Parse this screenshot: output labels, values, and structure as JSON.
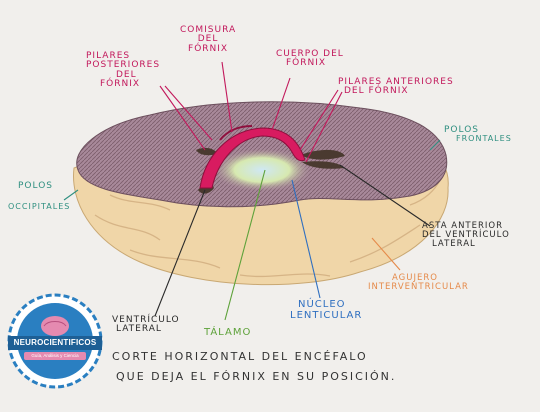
{
  "labels": {
    "comisura": [
      "Comisura",
      "del",
      "Fórnix"
    ],
    "cuerpo": [
      "Cuerpo del",
      "Fórnix"
    ],
    "pilares_posteriores": [
      "Pilares",
      "Posteriores",
      "del",
      "Fórnix"
    ],
    "pilares_anteriores": [
      "Pilares Anteriores",
      "del Fórnix"
    ],
    "polos_frontales": [
      "Polos",
      "Frontales"
    ],
    "polos_occipitales": [
      "Polos",
      "Occipitales"
    ],
    "asta_anterior": [
      "Asta Anterior",
      "del Ventrículo",
      "Lateral"
    ],
    "agujero": [
      "Agujero",
      "Interventricular"
    ],
    "ventriculo": [
      "Ventrículo",
      "Lateral"
    ],
    "talamo": "Tálamo",
    "nucleo": [
      "Núcleo",
      "Lenticular"
    ]
  },
  "caption": {
    "line1": "Corte horizontal del encéfalo",
    "line2": "que deja el fórnix en su posición."
  },
  "logo": {
    "text": "NEUROCIENTIFICOS",
    "subtext": "Guía, Análisis y Ciencia"
  },
  "colors": {
    "fornix": "#c2185b",
    "frontal_label": "#2f8f80",
    "talamo": "#5ea23a",
    "nucleo": "#2f6fc0",
    "agujero": "#e58a4a",
    "cortex": "#8a6f7a",
    "white_matter": "#f0d6a8"
  }
}
